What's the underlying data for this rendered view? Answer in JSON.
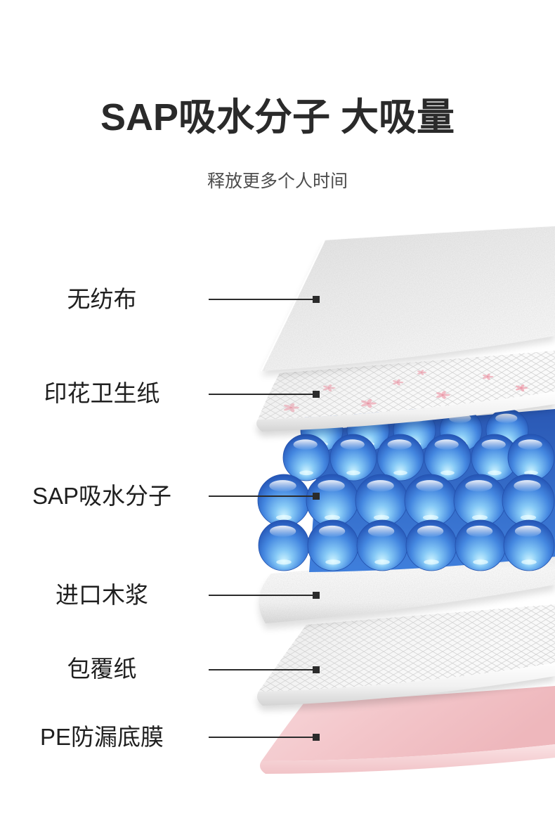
{
  "header": {
    "title": "SAP吸水分子 大吸量",
    "subtitle": "释放更多个人时间"
  },
  "layers": [
    {
      "label": "无纺布"
    },
    {
      "label": "印花卫生纸"
    },
    {
      "label": "SAP吸水分子"
    },
    {
      "label": "进口木浆"
    },
    {
      "label": "包覆纸"
    },
    {
      "label": "PE防漏底膜"
    }
  ],
  "colors": {
    "title": "#2a2a2a",
    "label": "#1f1f1f",
    "leader": "#2b2b2b",
    "sap_blue": "#4487e0",
    "pe_pink": "#f3c6ca"
  }
}
